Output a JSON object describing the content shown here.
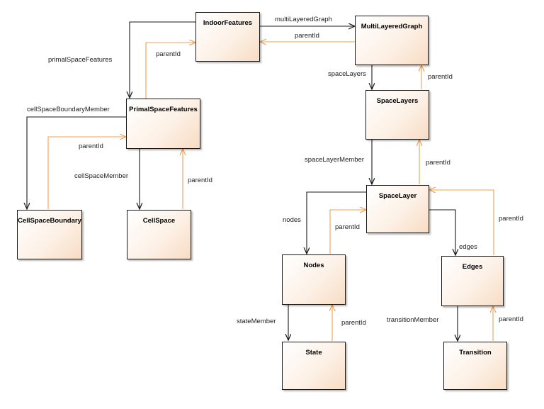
{
  "diagram": {
    "classes": {
      "indoorFeatures": "IndoorFeatures",
      "multiLayeredGraph": "MultiLayeredGraph",
      "primalSpaceFeatures": "PrimalSpaceFeatures",
      "spaceLayers": "SpaceLayers",
      "cellSpaceBoundary": "CellSpaceBoundary",
      "cellSpace": "CellSpace",
      "spaceLayer": "SpaceLayer",
      "nodes": "Nodes",
      "edges": "Edges",
      "state": "State",
      "transition": "Transition"
    },
    "labels": {
      "multiLayeredGraph": "multiLayeredGraph",
      "parentIdMlgToIf": "parentId",
      "primalSpaceFeatures": "primalSpaceFeatures",
      "parentIdPsfToIf": "parentId",
      "spaceLayers": "spaceLayers",
      "parentIdSlsToMlg": "parentId",
      "cellSpaceBoundaryMember": "cellSpaceBoundaryMember",
      "parentIdCsbToPsf": "parentId",
      "cellSpaceMember": "cellSpaceMember",
      "parentIdCsToPsf": "parentId",
      "spaceLayerMember": "spaceLayerMember",
      "parentIdSlToSls": "parentId",
      "nodes": "nodes",
      "parentIdNodesToSl": "parentId",
      "edges": "edges",
      "parentIdEdgesToSl": "parentId",
      "stateMember": "stateMember",
      "parentIdStateToNodes": "parentId",
      "transitionMember": "transitionMember",
      "parentIdTransitionToEdges": "parentId"
    },
    "colors": {
      "composition": "#1a1a1a",
      "parentLink": "#f0a050",
      "classFill": "#fdf1e6"
    }
  }
}
